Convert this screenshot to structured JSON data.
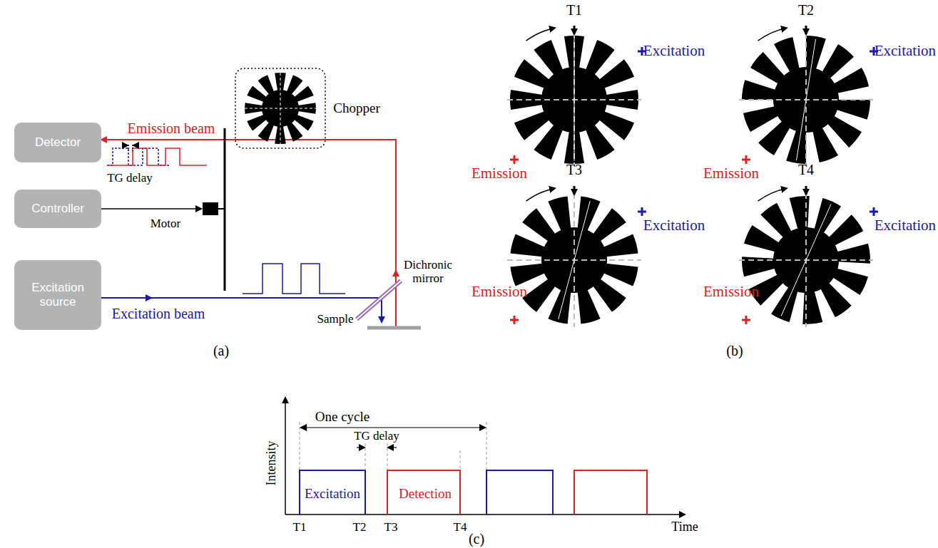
{
  "diagram": {
    "nodes": [
      {
        "text": [
          "Detector"
        ]
      },
      {
        "text": [
          "Controller"
        ]
      },
      {
        "text": [
          "Excitation source"
        ]
      }
    ],
    "labels": [
      "Emission beam",
      "TG delay",
      "Motor",
      "Chopper",
      "Excitation beam",
      "Dichronic mirror",
      "Sample",
      "(a)",
      "T1",
      "Excitation",
      "Emission",
      "T2",
      "Excitation",
      "Emission",
      "T3",
      "Excitation",
      "Emission",
      "T4",
      "Excitation",
      "Emission",
      "(b)",
      "One cycle",
      "TG delay",
      "Excitation",
      "Detection",
      "Intensity",
      "T1",
      "T2",
      "T3",
      "T4",
      "Time",
      "(c)"
    ]
  }
}
